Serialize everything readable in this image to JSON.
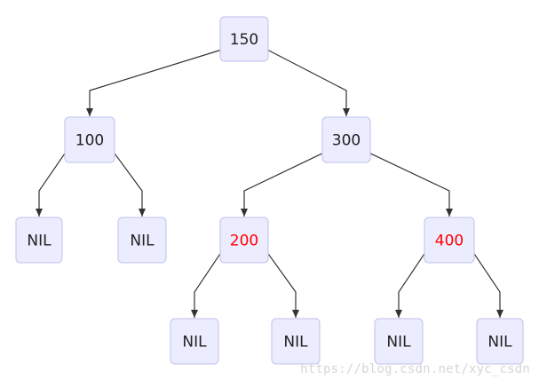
{
  "colors": {
    "node_fill": "#ececff",
    "node_border": "#c9c9f0",
    "edge": "#333333",
    "text_default": "#222222",
    "text_highlight": "#ff0000"
  },
  "nodes": [
    {
      "id": "n150",
      "label": "150",
      "highlight": false
    },
    {
      "id": "n100",
      "label": "100",
      "highlight": false
    },
    {
      "id": "n300",
      "label": "300",
      "highlight": false
    },
    {
      "id": "nil-100-left",
      "label": "NIL",
      "highlight": false
    },
    {
      "id": "nil-100-right",
      "label": "NIL",
      "highlight": false
    },
    {
      "id": "n200",
      "label": "200",
      "highlight": true
    },
    {
      "id": "n400",
      "label": "400",
      "highlight": true
    },
    {
      "id": "nil-200-left",
      "label": "NIL",
      "highlight": false
    },
    {
      "id": "nil-200-right",
      "label": "NIL",
      "highlight": false
    },
    {
      "id": "nil-400-left",
      "label": "NIL",
      "highlight": false
    },
    {
      "id": "nil-400-right",
      "label": "NIL",
      "highlight": false
    }
  ],
  "edges": [
    {
      "from": "n150",
      "to": "n100"
    },
    {
      "from": "n150",
      "to": "n300"
    },
    {
      "from": "n100",
      "to": "nil-100-left"
    },
    {
      "from": "n100",
      "to": "nil-100-right"
    },
    {
      "from": "n300",
      "to": "n200"
    },
    {
      "from": "n300",
      "to": "n400"
    },
    {
      "from": "n200",
      "to": "nil-200-left"
    },
    {
      "from": "n200",
      "to": "nil-200-right"
    },
    {
      "from": "n400",
      "to": "nil-400-left"
    },
    {
      "from": "n400",
      "to": "nil-400-right"
    }
  ],
  "watermark": "https://blog.csdn.net/xyc_csdn"
}
